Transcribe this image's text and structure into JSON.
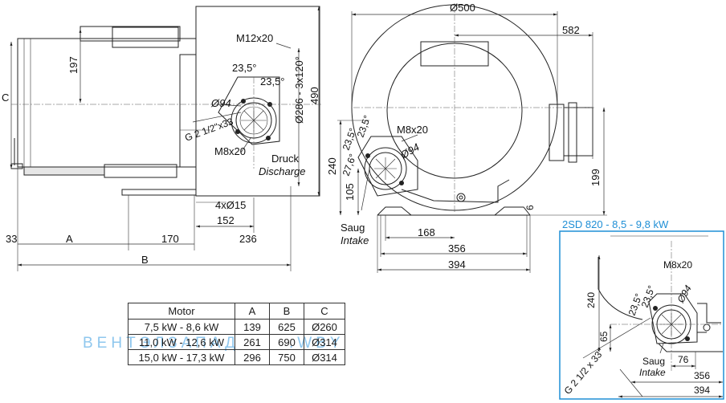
{
  "title": "2SD 820 - 8,5 - 9,8 kW",
  "watermark": {
    "left": "ВЕНТЭЛЗАПАД",
    "right": ".WBY"
  },
  "side_view": {
    "C": "C",
    "d197": "197",
    "M12x20": "M12x20",
    "a23_5_top": "23,5°",
    "a23_5_right": "23,5°",
    "d94": "Ø94",
    "d286": "Ø286 - 3x120°",
    "d490": "490",
    "G_thread": "G 2 1/2\"x33",
    "M8x20": "M8x20",
    "druck": "Druck",
    "discharge": "Discharge",
    "holes": "4xØ15",
    "d152": "152",
    "d33": "33",
    "A": "A",
    "d170": "170",
    "d236": "236",
    "B": "B"
  },
  "front_view": {
    "d500": "Ø500",
    "d582": "582",
    "a23_5_1": "23,5°",
    "a23_5_2": "23,5°",
    "a27_6": "27,6°",
    "M8x20": "M8x20",
    "d94": "Ø94",
    "d240": "240",
    "d105": "105",
    "d199": "199",
    "d6": "6",
    "saug": "Saug",
    "intake": "Intake",
    "d168": "168",
    "d356": "356",
    "d394": "394"
  },
  "inset": {
    "M8x20": "M8x20",
    "a23_5_1": "23,5°",
    "a23_5_2": "23,5°",
    "d94": "Ø94",
    "d240": "240",
    "d65": "65",
    "saug": "Saug",
    "intake": "Intake",
    "d76": "76",
    "d356": "356",
    "d394": "394",
    "G_thread": "G 2 1/2 x 33\""
  },
  "motor_table": {
    "headers": [
      "Motor",
      "A",
      "B",
      "C"
    ],
    "rows": [
      [
        "7,5 kW - 8,6 kW",
        "139",
        "625",
        "Ø260"
      ],
      [
        "11,0 kW - 12,6 kW",
        "261",
        "690",
        "Ø314"
      ],
      [
        "15,0 kW - 17,3 kW",
        "296",
        "750",
        "Ø314"
      ]
    ]
  }
}
